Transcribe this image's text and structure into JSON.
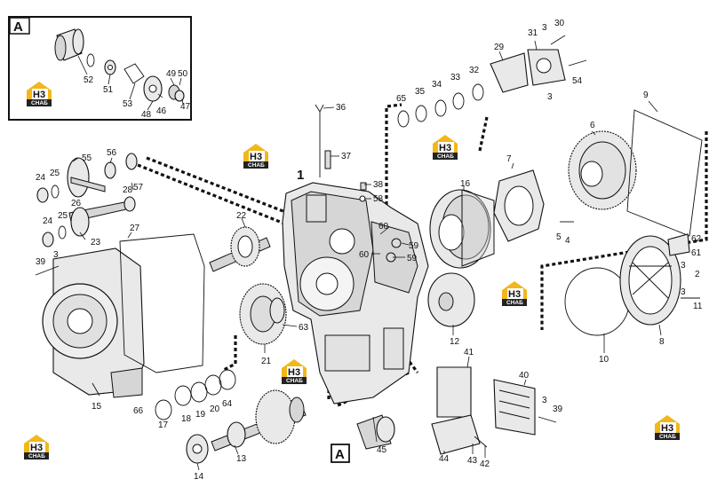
{
  "inset": {
    "label": "A"
  },
  "detail_callout": {
    "label": "A"
  },
  "assembly_number": "1",
  "watermark": {
    "mark": "H3",
    "tag": "CHAБ"
  },
  "parts": {
    "p2": "2",
    "p3a": "3",
    "p3b": "3",
    "p3c": "3",
    "p3d": "3",
    "p3e": "3",
    "p4": "4",
    "p5": "5",
    "p6": "6",
    "p7": "7",
    "p8": "8",
    "p9": "9",
    "p10": "10",
    "p11": "11",
    "p12": "12",
    "p13": "13",
    "p14": "14",
    "p15": "15",
    "p16": "16",
    "p17": "17",
    "p18": "18",
    "p19": "19",
    "p20": "20",
    "p21": "21",
    "p22": "22",
    "p23": "23",
    "p24a": "24",
    "p24b": "24",
    "p25a": "25",
    "p25b": "25",
    "p26": "26",
    "p27": "27",
    "p28": "28",
    "p29": "29",
    "p30": "30",
    "p31": "31",
    "p32": "32",
    "p33": "33",
    "p34": "34",
    "p35": "35",
    "p36": "36",
    "p37": "37",
    "p38": "38",
    "p39a": "39",
    "p39b": "39",
    "p40": "40",
    "p41": "41",
    "p42": "42",
    "p43": "43",
    "p44": "44",
    "p45": "45",
    "p46": "46",
    "p47": "47",
    "p48": "48",
    "p49": "49",
    "p50": "50",
    "p51": "51",
    "p52": "52",
    "p53": "53",
    "p54": "54",
    "p55": "55",
    "p56": "56",
    "p57": "57",
    "p58": "58",
    "p59a": "59",
    "p59b": "59",
    "p60a": "60",
    "p60b": "60",
    "p61": "61",
    "p62": "62",
    "p63": "63",
    "p64": "64",
    "p65": "65",
    "p66": "66"
  }
}
